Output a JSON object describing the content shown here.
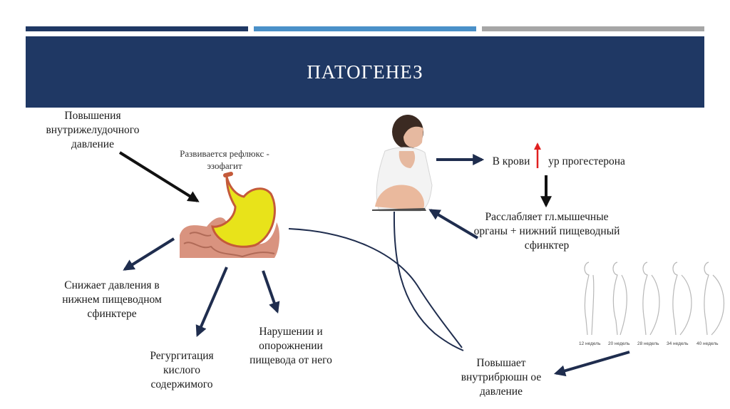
{
  "slide": {
    "title": "ПАТОГЕНЕЗ",
    "colors": {
      "navy": "#1f3864",
      "blue": "#4a90c8",
      "gray": "#a6a6a6",
      "red": "#e02020",
      "stomach": "#e8e31a"
    }
  },
  "nodes": {
    "pressure_increase": "Повышения внутрижелудочного давление",
    "reflux": "Развивается рефлюкс - эзофагит",
    "sphincter_pressure": "Снижает давления в нижнем пищеводном сфинктере",
    "regurgitation": "Регургитация кислого содержимого",
    "disorders": "Нарушении и опорожнении пищевода от него",
    "blood_prefix": "В крови",
    "blood_suffix": "ур прогестерона",
    "relaxes": "Расслабляет гл.мышечные органы + нижний пищеводный сфинктер",
    "abdominal_pressure": "Повышает внутрибрюшн ое давление"
  },
  "figures": {
    "stomach": "stomach-illustration",
    "pregnant": "pregnant-woman-photo",
    "progression": "pregnancy-week-silhouettes",
    "weeks": [
      "12 недель",
      "20 недель",
      "28 недель",
      "34 недель",
      "40 недель"
    ]
  }
}
